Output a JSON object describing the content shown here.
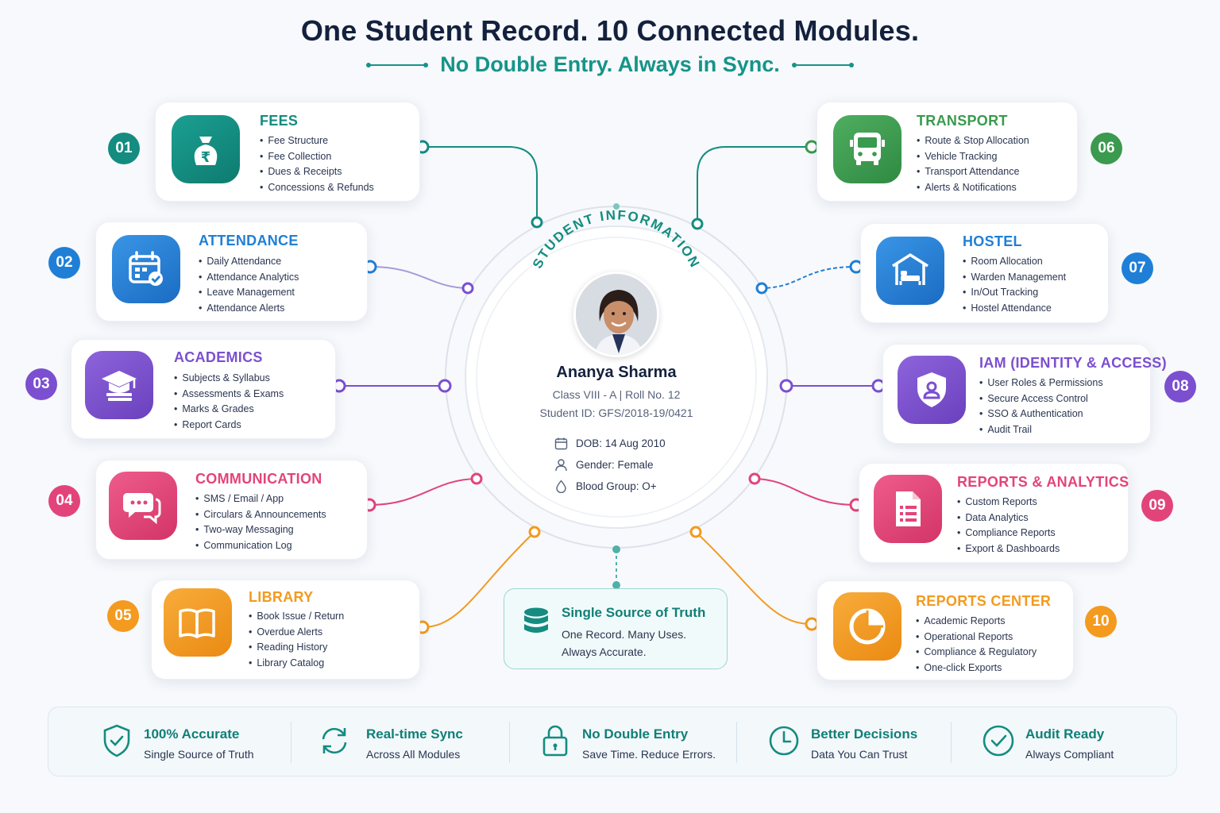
{
  "title": "One Student Record. 10 Connected Modules.",
  "subtitle": "No Double Entry. Always in Sync.",
  "center": {
    "arc_label": "STUDENT INFORMATION",
    "name": "Ananya Sharma",
    "class_line": "Class VIII - A  |  Roll No. 12",
    "id_line": "Student ID: GFS/2018-19/0421",
    "dob": "DOB: 14 Aug 2010",
    "gender": "Gender: Female",
    "blood": "Blood Group: O+"
  },
  "modules": [
    {
      "num": "01",
      "title": "FEES",
      "color": "#148c80",
      "icon": "money-bag-icon",
      "items": [
        "Fee Structure",
        "Fee Collection",
        "Dues & Receipts",
        "Concessions & Refunds"
      ]
    },
    {
      "num": "02",
      "title": "ATTENDANCE",
      "color": "#1f7fd6",
      "icon": "calendar-check-icon",
      "items": [
        "Daily Attendance",
        "Attendance Analytics",
        "Leave Management",
        "Attendance Alerts"
      ]
    },
    {
      "num": "03",
      "title": "ACADEMICS",
      "color": "#7b4fd0",
      "icon": "graduation-cap-icon",
      "items": [
        "Subjects & Syllabus",
        "Assessments & Exams",
        "Marks & Grades",
        "Report Cards"
      ]
    },
    {
      "num": "04",
      "title": "COMMUNICATION",
      "color": "#e2447a",
      "icon": "chat-bubbles-icon",
      "items": [
        "SMS / Email / App",
        "Circulars & Announcements",
        "Two-way Messaging",
        "Communication Log"
      ]
    },
    {
      "num": "05",
      "title": "LIBRARY",
      "color": "#f39a1f",
      "icon": "open-book-icon",
      "items": [
        "Book Issue / Return",
        "Overdue Alerts",
        "Reading History",
        "Library Catalog"
      ]
    },
    {
      "num": "06",
      "title": "TRANSPORT",
      "color": "#3a9a4e",
      "icon": "bus-icon",
      "items": [
        "Route & Stop Allocation",
        "Vehicle Tracking",
        "Transport Attendance",
        "Alerts & Notifications"
      ]
    },
    {
      "num": "07",
      "title": "HOSTEL",
      "color": "#1f7fd6",
      "icon": "bed-house-icon",
      "items": [
        "Room Allocation",
        "Warden Management",
        "In/Out Tracking",
        "Hostel Attendance"
      ]
    },
    {
      "num": "08",
      "title": "IAM (IDENTITY & ACCESS)",
      "color": "#7b4fd0",
      "icon": "shield-user-icon",
      "items": [
        "User Roles & Permissions",
        "Secure Access Control",
        "SSO & Authentication",
        "Audit Trail"
      ]
    },
    {
      "num": "09",
      "title": "REPORTS & ANALYTICS",
      "color": "#e2447a",
      "icon": "report-document-icon",
      "items": [
        "Custom Reports",
        "Data Analytics",
        "Compliance Reports",
        "Export & Dashboards"
      ]
    },
    {
      "num": "10",
      "title": "REPORTS CENTER",
      "color": "#f39a1f",
      "icon": "pie-chart-icon",
      "items": [
        "Academic Reports",
        "Operational Reports",
        "Compliance & Regulatory",
        "One-click Exports"
      ]
    }
  ],
  "truth": {
    "title": "Single Source of Truth",
    "line1": "One Record. Many Uses.",
    "line2": "Always Accurate."
  },
  "features": [
    {
      "title": "100% Accurate",
      "sub": "Single Source of Truth",
      "icon": "shield-check-icon"
    },
    {
      "title": "Real-time Sync",
      "sub": "Across All Modules",
      "icon": "sync-arrows-icon"
    },
    {
      "title": "No Double Entry",
      "sub": "Save Time. Reduce Errors.",
      "icon": "lock-icon"
    },
    {
      "title": "Better Decisions",
      "sub": "Data You Can Trust",
      "icon": "clock-check-icon"
    },
    {
      "title": "Audit Ready",
      "sub": "Always Compliant",
      "icon": "check-circle-icon"
    }
  ]
}
